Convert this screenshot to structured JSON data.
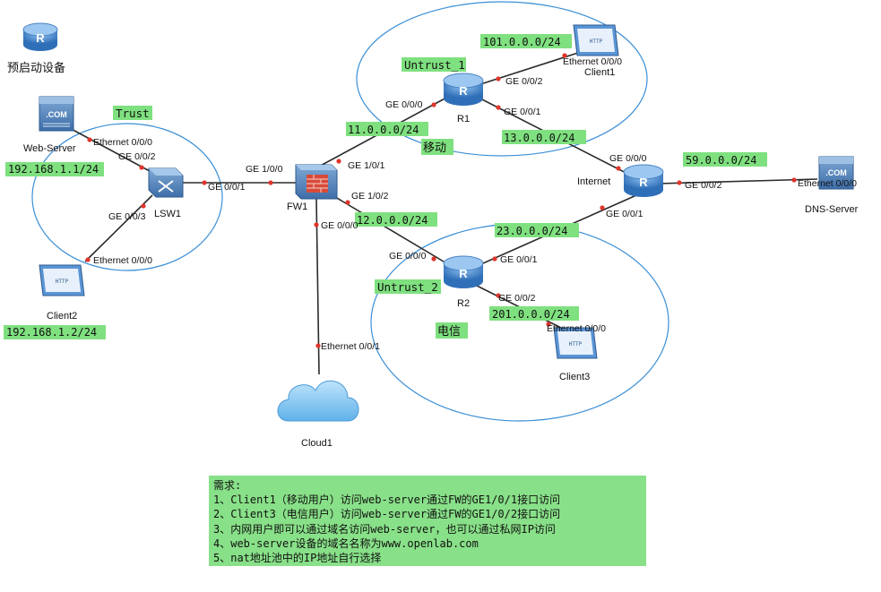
{
  "devices": {
    "legend": "预启动设备",
    "web_server": "Web-Server",
    "lsw1": "LSW1",
    "client2": "Client2",
    "fw1": "FW1",
    "cloud1": "Cloud1",
    "r1": "R1",
    "client1": "Client1",
    "internet": "Internet",
    "dns_server": "DNS-Server",
    "r2": "R2",
    "client3": "Client3"
  },
  "icon_text": {
    "com": ".COM",
    "http": "HTTP",
    "router": "R"
  },
  "zones": {
    "trust": "Trust",
    "untrust1": "Untrust_1",
    "untrust2": "Untrust_2",
    "isp_mobile": "移动",
    "isp_telecom": "电信"
  },
  "subnets": {
    "web_server_ip": "192.168.1.1/24",
    "client2_ip": "192.168.1.2/24",
    "net_101": "101.0.0.0/24",
    "net_11": "11.0.0.0/24",
    "net_13": "13.0.0.0/24",
    "net_59": "59.0.0.0/24",
    "net_12": "12.0.0.0/24",
    "net_23": "23.0.0.0/24",
    "net_201": "201.0.0.0/24"
  },
  "ports": {
    "ws_eth": "Ethernet 0/0/0",
    "lsw_ge002": "GE 0/0/2",
    "lsw_ge001": "GE 0/0/1",
    "lsw_ge003": "GE 0/0/3",
    "c2_eth": "Ethernet 0/0/0",
    "fw_ge100": "GE 1/0/0",
    "fw_ge101": "GE 1/0/1",
    "fw_ge102": "GE 1/0/2",
    "fw_ge000": "GE 0/0/0",
    "cloud_eth": "Ethernet 0/0/1",
    "r1_ge000": "GE 0/0/0",
    "r1_ge002": "GE 0/0/2",
    "r1_ge001": "GE 0/0/1",
    "c1_eth": "Ethernet 0/0/0",
    "inet_ge000": "GE 0/0/0",
    "inet_ge002": "GE 0/0/2",
    "inet_ge001": "GE 0/0/1",
    "dns_eth": "Ethernet 0/0/0",
    "r2_ge000": "GE 0/0/0",
    "r2_ge001": "GE 0/0/1",
    "r2_ge002": "GE 0/0/2",
    "c3_eth": "Ethernet 0/0/0"
  },
  "requirements": {
    "title": "需求:",
    "items": [
      "1、Client1（移动用户）访问web-server通过FW的GE1/0/1接口访问",
      "2、Client3（电信用户）访问web-server通过FW的GE1/0/2接口访问",
      "3、内网用户即可以通过域名访问web-server，也可以通过私网IP访问",
      "4、web-server设备的域名名称为www.openlab.com",
      "5、nat地址池中的IP地址自行选择"
    ]
  },
  "colors": {
    "highlight": "#7fe07f",
    "zone_ring": "#3b8fd6",
    "device_blue": "#5a95d6",
    "port_dot": "#e0352b"
  }
}
